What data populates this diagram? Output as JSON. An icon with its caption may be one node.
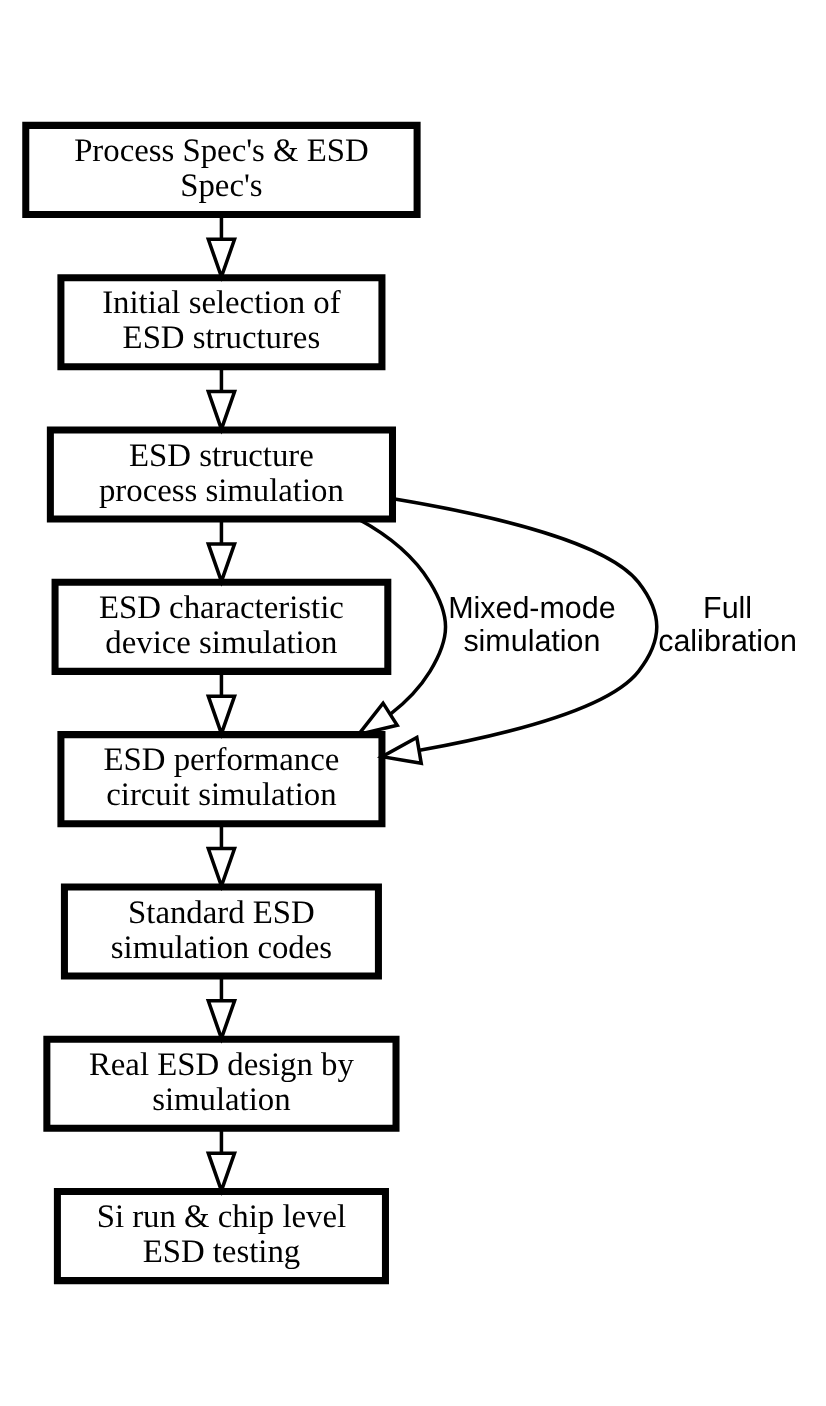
{
  "diagram": {
    "nodes": [
      {
        "text": [
          "Process Spec's & ESD Spec's"
        ]
      },
      {
        "text": [
          "Initial selection of ESD structures"
        ]
      },
      {
        "text": [
          "ESD structure process simulation"
        ]
      },
      {
        "text": [
          "ESD characteristic device simulation"
        ]
      },
      {
        "text": [
          "ESD performance circuit simulation"
        ]
      },
      {
        "text": [
          "Standard ESD simulation codes"
        ]
      },
      {
        "text": [
          "Real ESD design by simulation"
        ]
      },
      {
        "text": [
          "Si run & chip level ESD testing"
        ]
      }
    ],
    "edges": [
      {
        "from": 0,
        "to": 1,
        "arrow": "to"
      },
      {
        "from": 1,
        "to": 2,
        "arrow": "to"
      },
      {
        "from": 2,
        "to": 3,
        "arrow": "to"
      },
      {
        "from": 2,
        "to": 4,
        "arrow": "to",
        "label": "Mixed-mode simulation"
      },
      {
        "from": 2,
        "to": 4,
        "arrow": "to",
        "label": "Full calibration"
      },
      {
        "from": 3,
        "to": 4,
        "arrow": "to"
      },
      {
        "from": 4,
        "to": 5,
        "arrow": "to"
      },
      {
        "from": 5,
        "to": 6,
        "arrow": "to"
      },
      {
        "from": 6,
        "to": 7,
        "arrow": "to"
      }
    ]
  }
}
